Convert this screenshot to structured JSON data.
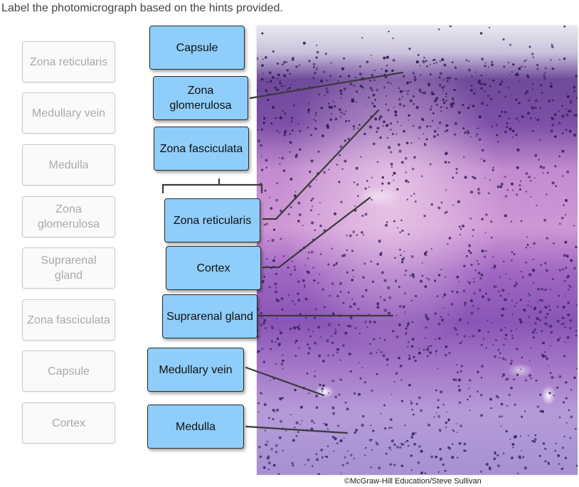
{
  "instruction": "Label the photomicrograph based on the hints provided.",
  "word_bank": [
    "Zona reticularis",
    "Medullary vein",
    "Medulla",
    "Zona glomerulosa",
    "Suprarenal gland",
    "Zona fasciculata",
    "Capsule",
    "Cortex"
  ],
  "placed_labels": [
    "Capsule",
    "Zona glomerulosa",
    "Zona fasciculata",
    "Zona reticularis",
    "Cortex",
    "Suprarenal gland",
    "Medullary vein",
    "Medulla"
  ],
  "credit": "©McGraw-Hill Education/Steve Sullivan",
  "colors": {
    "label_fill": "#8fcdfa",
    "bank_text": "#a9a9a9",
    "leader_line": "#3a3a3a"
  }
}
